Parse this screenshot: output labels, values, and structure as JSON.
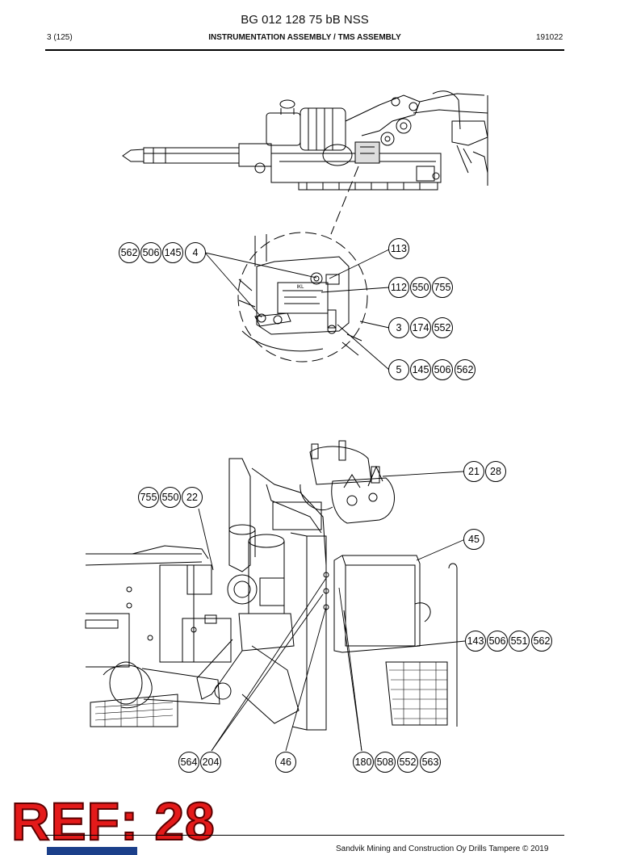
{
  "header": {
    "title": "BG 012 128 75 bB NSS",
    "page": "3 (125)",
    "section": "INSTRUMENTATION ASSEMBLY / TMS ASSEMBLY",
    "date": "191022"
  },
  "callouts": {
    "c562": "562",
    "c506": "506",
    "c145": "145",
    "c4": "4",
    "c113": "113",
    "c112": "112",
    "c550": "550",
    "c755": "755",
    "c3": "3",
    "c174": "174",
    "c552": "552",
    "c5": "5",
    "c145b": "145",
    "c506b": "506",
    "c562b": "562",
    "c21": "21",
    "c28": "28",
    "c755b": "755",
    "c550b": "550",
    "c22": "22",
    "c45": "45",
    "c143": "143",
    "c506c": "506",
    "c551": "551",
    "c562c": "562",
    "c564": "564",
    "c204": "204",
    "c46": "46",
    "c180": "180",
    "c508": "508",
    "c552b": "552",
    "c563": "563"
  },
  "detail_label": "IKL",
  "stamp": "REF: 28",
  "footer": {
    "copyright": "Sandvik Mining and Construction Oy Drills Tampere © 2019"
  }
}
